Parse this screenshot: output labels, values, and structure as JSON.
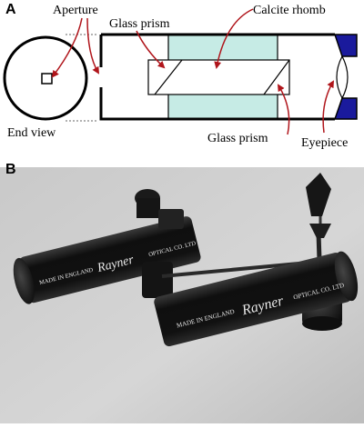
{
  "panel_a": {
    "letter": "A",
    "labels": {
      "aperture": "Aperture",
      "glass_prism_top": "Glass prism",
      "calcite_rhomb": "Calcite rhomb",
      "end_view": "End view",
      "glass_prism_bottom": "Glass prism",
      "eyepiece": "Eyepiece"
    },
    "colors": {
      "calcite_fill": "#c6ebe5",
      "eyepiece_fill": "#1a1a9c",
      "arrow": "#b0151b",
      "outline": "#000000"
    }
  },
  "panel_b": {
    "letter": "B",
    "photo_text": {
      "made_in_england_left": "MADE IN ENGLAND",
      "rayner_left": "Rayner",
      "optical_left": "OPTICAL CO. LTD",
      "made_in_england_right": "MADE IN ENGLAND",
      "rayner_right": "Rayner",
      "optical_right": "OPTICAL CO. LTD"
    }
  }
}
